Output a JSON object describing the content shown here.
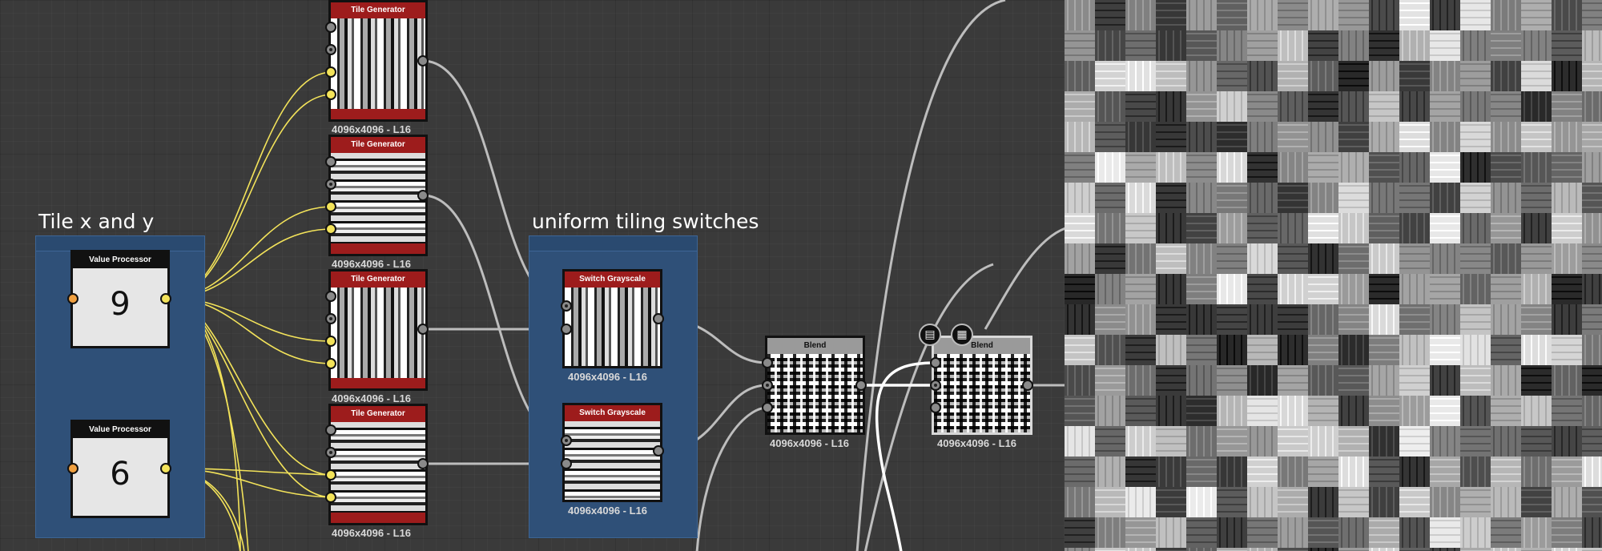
{
  "frames": [
    {
      "id": "tile-frame",
      "title": "Tile x and y"
    },
    {
      "id": "switch-frame",
      "title": "uniform tiling switches"
    }
  ],
  "value_nodes": [
    {
      "title": "Value Processor",
      "value": "9"
    },
    {
      "title": "Value Processor",
      "value": "6"
    }
  ],
  "tile_generators": [
    {
      "title": "Tile Generator",
      "pattern": "vertical",
      "size": "4096x4096 - L16"
    },
    {
      "title": "Tile Generator",
      "pattern": "horizontal",
      "size": "4096x4096 - L16"
    },
    {
      "title": "Tile Generator",
      "pattern": "vertical",
      "size": "4096x4096 - L16"
    },
    {
      "title": "Tile Generator",
      "pattern": "horizontal",
      "size": "4096x4096 - L16"
    }
  ],
  "switch_nodes": [
    {
      "title": "Switch Grayscale",
      "pattern": "vertical",
      "size": "4096x4096 - L16"
    },
    {
      "title": "Switch Grayscale",
      "pattern": "horizontal",
      "size": "4096x4096 - L16"
    }
  ],
  "blend_nodes": [
    {
      "title": "Blend",
      "size": "4096x4096 - L16"
    },
    {
      "title": "Blend",
      "size": "4096x4096 - L16",
      "badges": [
        "document-icon",
        "checker-icon"
      ]
    }
  ],
  "colors": {
    "canvas": "#3a3a3a",
    "frame": "#2f5078",
    "node_title_red": "#9d1c1c",
    "float_wire": "#f3e35a",
    "gray_wire": "#bdbdbd"
  }
}
